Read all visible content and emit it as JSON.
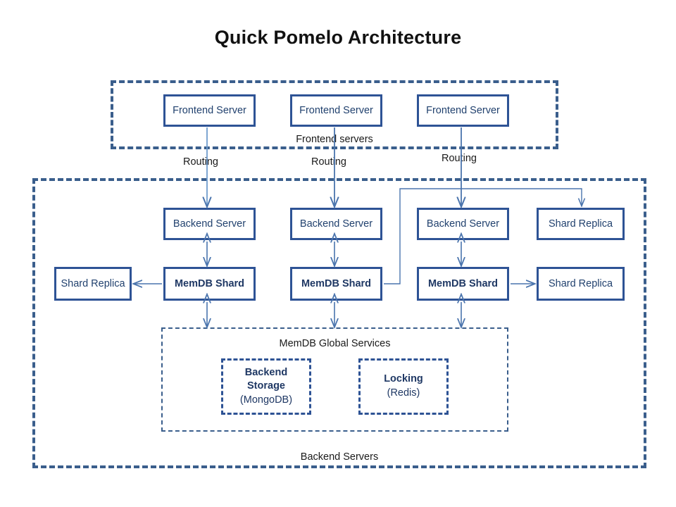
{
  "title": "Quick Pomelo Architecture",
  "colors": {
    "node_border": "#2e5395",
    "node_text": "#21416e",
    "group_border": "#3a5e8c",
    "arrow": "#4a74ad",
    "title_text": "#111111",
    "background": "#ffffff"
  },
  "groups": {
    "frontend": {
      "label": "Frontend servers"
    },
    "backend": {
      "label": "Backend Servers"
    },
    "global_services": {
      "label": "MemDB Global Services"
    }
  },
  "frontend_servers": [
    {
      "label": "Frontend Server"
    },
    {
      "label": "Frontend Server"
    },
    {
      "label": "Frontend Server"
    }
  ],
  "routing_labels": [
    {
      "label": "Routing"
    },
    {
      "label": "Routing"
    },
    {
      "label": "Routing"
    }
  ],
  "backend_row": [
    {
      "label": "Backend Server",
      "bold": false
    },
    {
      "label": "Backend Server",
      "bold": false
    },
    {
      "label": "Backend Server",
      "bold": false
    },
    {
      "label": "Shard Replica",
      "bold": false
    }
  ],
  "shard_row": [
    {
      "label": "Shard Replica",
      "bold": false
    },
    {
      "label": "MemDB Shard",
      "bold": true
    },
    {
      "label": "MemDB Shard",
      "bold": true
    },
    {
      "label": "MemDB Shard",
      "bold": true
    },
    {
      "label": "Shard Replica",
      "bold": false
    }
  ],
  "services": [
    {
      "main": "Backend",
      "main2": "Storage",
      "sub": "(MongoDB)"
    },
    {
      "main": "Locking",
      "main2": "",
      "sub": "(Redis)"
    }
  ]
}
